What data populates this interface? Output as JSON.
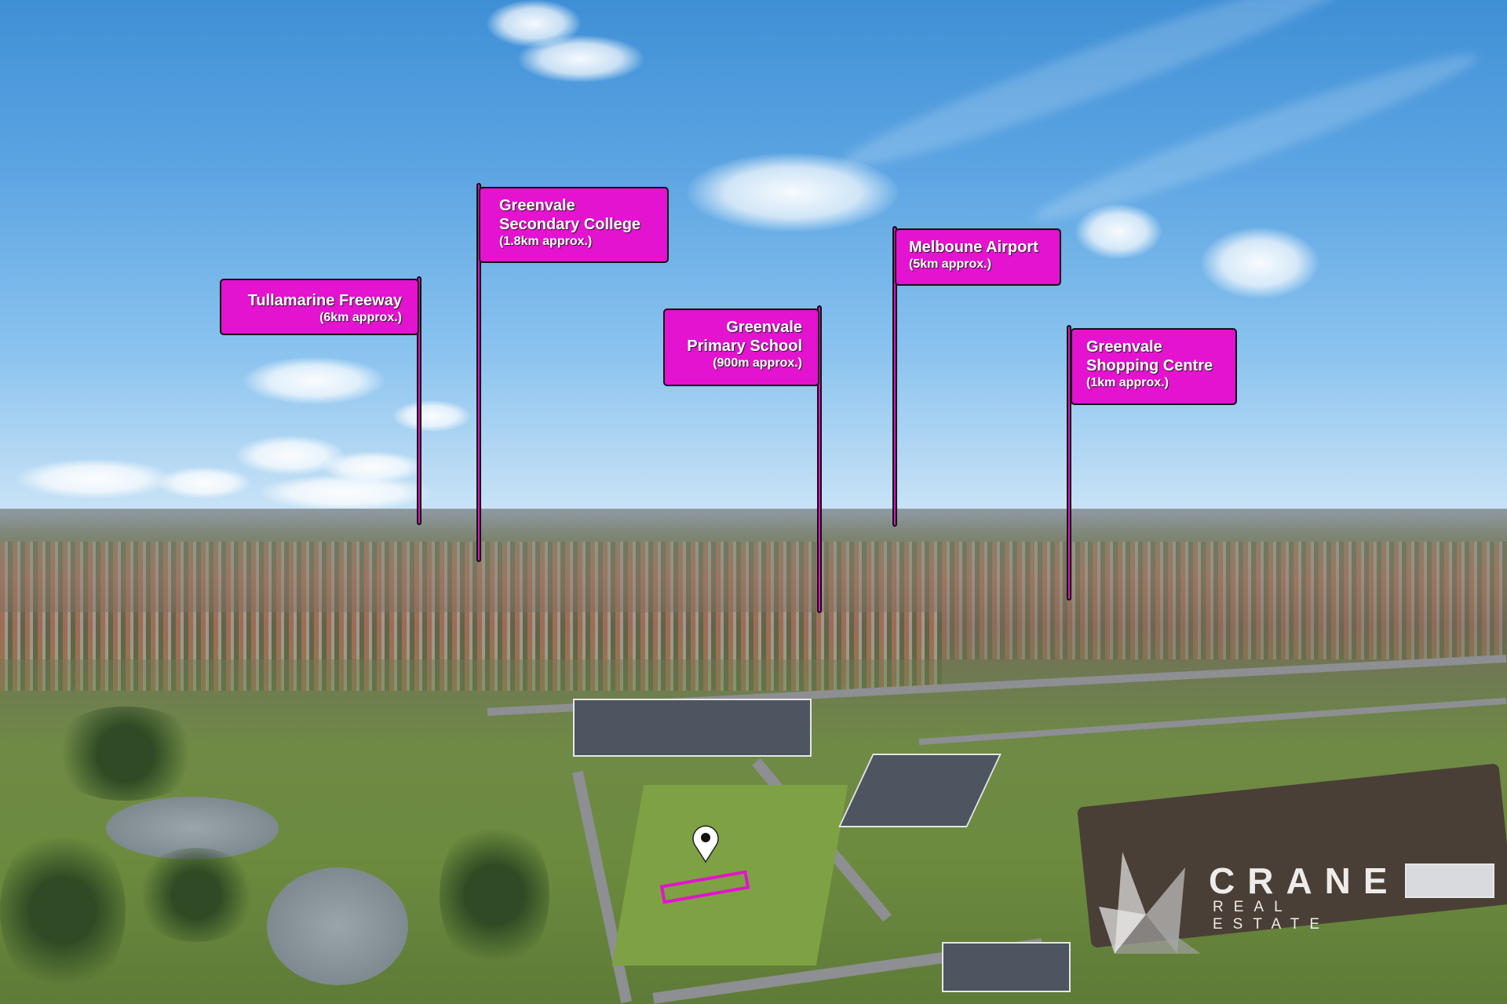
{
  "flags": [
    {
      "title": "Tullamarine Freeway",
      "subtitle": "(6km approx.)"
    },
    {
      "title_line1": "Greenvale",
      "title_line2": "Secondary College",
      "subtitle": "(1.8km approx.)"
    },
    {
      "title_line1": "Greenvale",
      "title_line2": "Primary School",
      "subtitle": "(900m approx.)"
    },
    {
      "title": "Melboune Airport",
      "subtitle": "(5km approx.)"
    },
    {
      "title_line1": "Greenvale",
      "title_line2": "Shopping Centre",
      "subtitle": "(1km approx.)"
    }
  ],
  "watermark": {
    "brand": "CRANE",
    "tagline": "REAL ESTATE"
  },
  "colors": {
    "flag": "#e313cf",
    "sky": "#5ea6e3"
  }
}
